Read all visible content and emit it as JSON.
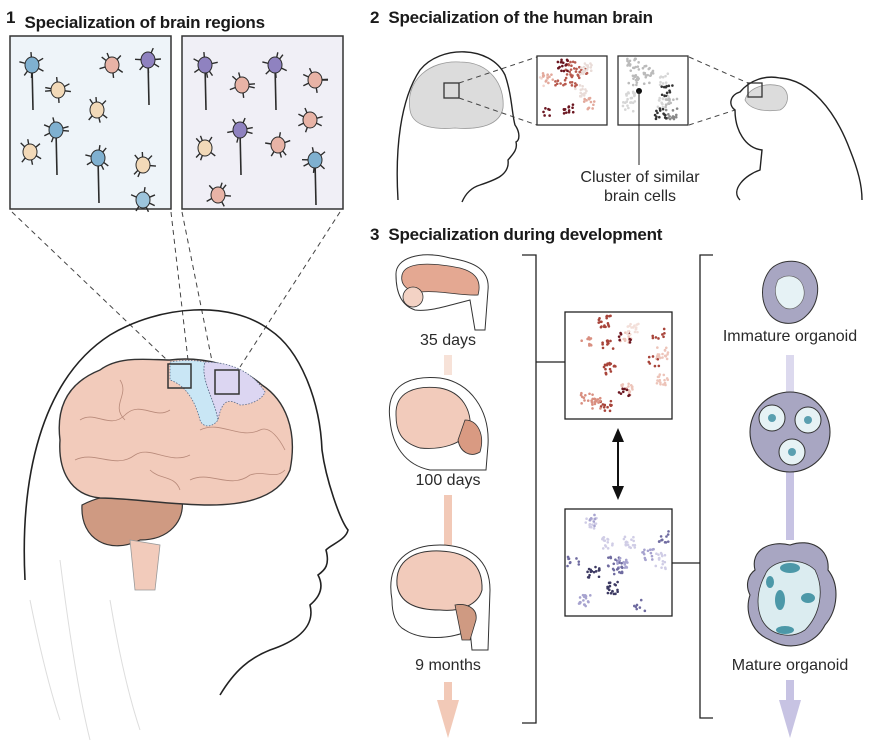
{
  "panels": {
    "p1": {
      "number": "1",
      "title": "Specialization of brain regions"
    },
    "p2": {
      "number": "2",
      "title": "Specialization of the human brain",
      "callout": [
        "Cluster of similar",
        "brain cells"
      ]
    },
    "p3": {
      "number": "3",
      "title": "Specialization during development",
      "stages": [
        "35 days",
        "100 days",
        "9 months"
      ],
      "organoids": [
        "Immature organoid",
        "Mature organoid"
      ]
    }
  },
  "colors": {
    "brain_pink": "#f2cbbb",
    "cerebellum": "#cf9a82",
    "region_blue": "#c9e6f5",
    "region_lavender": "#dcd6f2",
    "panel_bg_blue": "#eef4f9",
    "panel_bg_lavender": "#f0eff6",
    "organoid_gray": "#a8a6c2",
    "arrow_pink": "#f2c9b7",
    "arrow_lavender": "#c7c3e3",
    "cluster_dark_red": "#6b1620",
    "cluster_dark_purple": "#3d3a63"
  }
}
